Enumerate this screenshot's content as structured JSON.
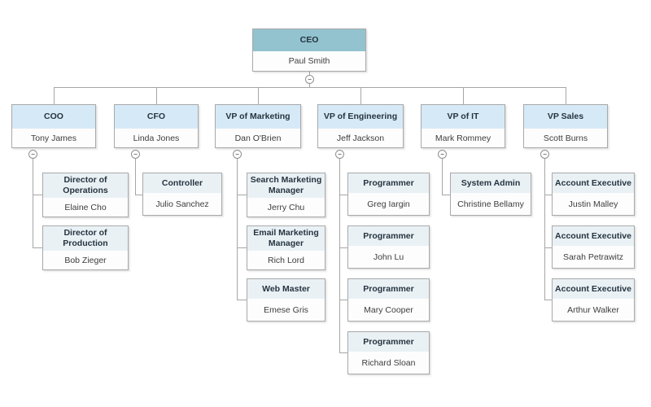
{
  "theme": {
    "ceo_header": "#92c3cf",
    "l2_header": "#d6e9f7",
    "l3_header": "#e9f1f5",
    "box_border": "#a9a9a9",
    "line_color": "#a6a6a6",
    "title_color": "#26343f",
    "name_color": "#3d3d3d"
  },
  "icons": {
    "collapse": "−"
  },
  "org": {
    "nodes": {
      "ceo": {
        "title": "CEO",
        "name": "Paul Smith"
      },
      "coo": {
        "title": "COO",
        "name": "Tony James"
      },
      "cfo": {
        "title": "CFO",
        "name": "Linda Jones"
      },
      "vp_marketing": {
        "title": "VP of Marketing",
        "name": "Dan O'Brien"
      },
      "vp_engineering": {
        "title": "VP of Engineering",
        "name": "Jeff Jackson"
      },
      "vp_it": {
        "title": "VP of IT",
        "name": "Mark Rommey"
      },
      "vp_sales": {
        "title": "VP Sales",
        "name": "Scott Burns"
      },
      "dir_operations": {
        "title": "Director of Operations",
        "name": "Elaine Cho"
      },
      "dir_production": {
        "title": "Director of Production",
        "name": "Bob Zieger"
      },
      "controller": {
        "title": "Controller",
        "name": "Julio Sanchez"
      },
      "search_mktg_mgr": {
        "title": "Search Marketing Manager",
        "name": "Jerry Chu"
      },
      "email_mktg_mgr": {
        "title": "Email Marketing Manager",
        "name": "Rich Lord"
      },
      "web_master": {
        "title": "Web Master",
        "name": "Emese Gris"
      },
      "programmer_1": {
        "title": "Programmer",
        "name": "Greg Iargin"
      },
      "programmer_2": {
        "title": "Programmer",
        "name": "John Lu"
      },
      "programmer_3": {
        "title": "Programmer",
        "name": "Mary Cooper"
      },
      "programmer_4": {
        "title": "Programmer",
        "name": "Richard Sloan"
      },
      "system_admin": {
        "title": "System Admin",
        "name": "Christine Bellamy"
      },
      "account_exec_1": {
        "title": "Account Executive",
        "name": "Justin Malley"
      },
      "account_exec_2": {
        "title": "Account Executive",
        "name": "Sarah Petrawitz"
      },
      "account_exec_3": {
        "title": "Account Executive",
        "name": "Arthur Walker"
      }
    }
  }
}
